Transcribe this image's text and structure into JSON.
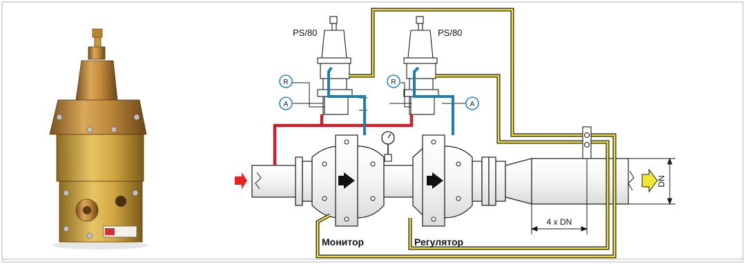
{
  "labels": {
    "ps_left": "PS/80",
    "ps_right": "PS/80",
    "r_left": "R",
    "r_right": "R",
    "a_left": "A",
    "a_right": "A",
    "monitor": "Монитор",
    "regulator": "Регулятор",
    "distance": "4 x DN",
    "dn": "DN"
  },
  "colors": {
    "impulse_red": "#c8202a",
    "impulse_blue": "#1f7fa8",
    "sense_yellow": "#f0e030",
    "flow_red": "#e52420",
    "flow_yellow": "#f2e630",
    "bronze": "#b88638",
    "frame": "#b0b0b0"
  }
}
